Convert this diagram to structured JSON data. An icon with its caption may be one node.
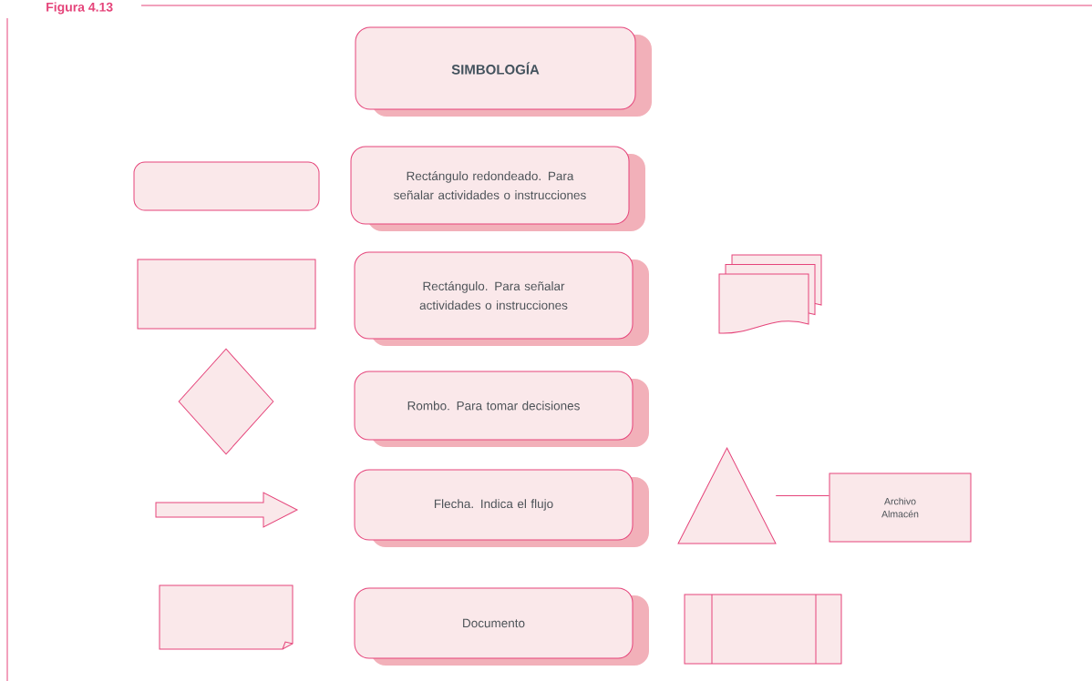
{
  "diagram": {
    "title": "Figura 4.13",
    "nodes": [
      {
        "text": [
          "SIMBOLOGÍA"
        ]
      },
      {
        "text": [],
        "shape": "box"
      },
      {
        "text": [
          "Rectángulo redondeado. Para señalar actividades o instrucciones"
        ]
      },
      {
        "text": [],
        "shape": "box"
      },
      {
        "text": [
          "Rectángulo. Para señalar actividades o instrucciones"
        ]
      },
      {
        "text": [],
        "shape": "documents"
      },
      {
        "text": [],
        "shape": "diamond"
      },
      {
        "text": [
          "Rombo. Para tomar decisiones"
        ]
      },
      {
        "text": [],
        "shape": "arrow"
      },
      {
        "text": [
          "Flecha. Indica el flujo"
        ]
      },
      {
        "text": [],
        "shape": "triangle"
      },
      {
        "text": [
          "Archivo Almacén"
        ]
      },
      {
        "text": [],
        "shape": "document"
      },
      {
        "text": [
          "Documento"
        ]
      },
      {
        "text": [],
        "shape": "box"
      }
    ],
    "edges": [
      {
        "from": 10,
        "to": 11,
        "arrow": "none"
      }
    ]
  }
}
